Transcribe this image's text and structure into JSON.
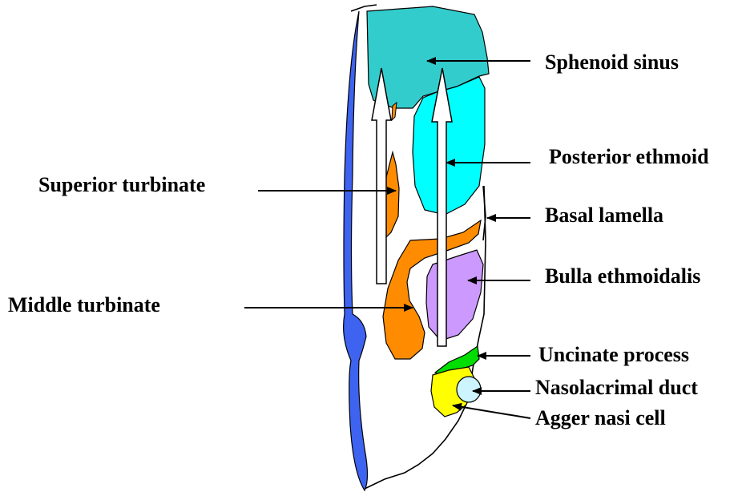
{
  "labels": {
    "sphenoid_sinus": "Sphenoid sinus",
    "posterior_ethmoid": "Posterior ethmoid",
    "superior_turbinate": "Superior turbinate",
    "basal_lamella": "Basal lamella",
    "bulla_ethmoidalis": "Bulla ethmoidalis",
    "middle_turbinate": "Middle turbinate",
    "uncinate_process": "Uncinate process",
    "nasolacrimal_duct": "Nasolacrimal duct",
    "agger_nasi_cell": "Agger nasi cell"
  },
  "colors": {
    "septum": "#3d63f0",
    "sphenoid_sinus": "#33cccc",
    "posterior_ethmoid": "#00ffff",
    "turbinate": "#ff8c00",
    "bulla": "#cc99ff",
    "uncinate": "#00dd00",
    "agger_nasi": "#ffff00",
    "nasolacrimal": "#ccf5ff",
    "arrow_fill": "#ffffff",
    "outline": "#000000"
  }
}
